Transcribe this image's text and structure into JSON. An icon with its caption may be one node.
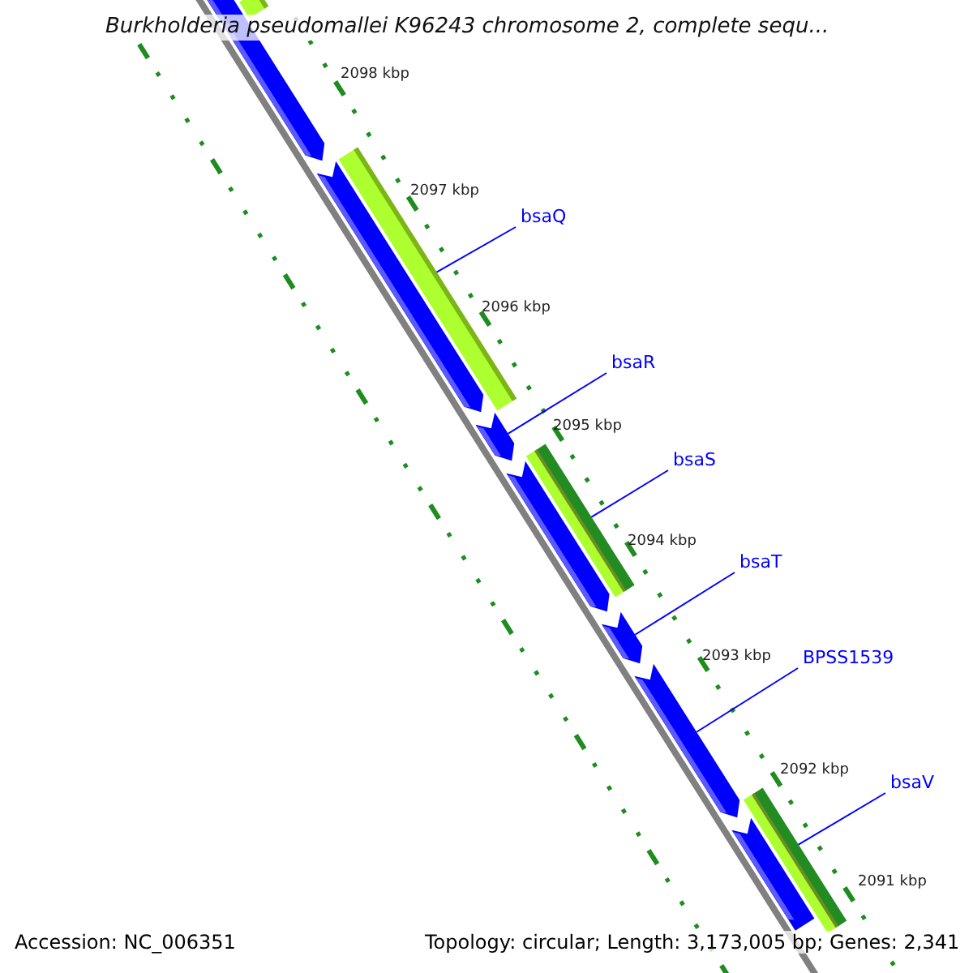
{
  "diagram": {
    "title": "Burkholderia pseudomallei K96243 chromosome 2, complete sequ...",
    "nodes": [
      {
        "text": [],
        "shape": "bar"
      },
      {
        "text": [],
        "shape": "bar"
      },
      {
        "text": [],
        "shape": "bar"
      },
      {
        "text": [],
        "shape": "bar"
      },
      {
        "text": [
          "bsaQ"
        ]
      },
      {
        "text": [
          "bsaR"
        ]
      },
      {
        "text": [],
        "shape": "bar"
      },
      {
        "text": [],
        "shape": "bar"
      },
      {
        "text": [
          "bsaS"
        ]
      },
      {
        "text": [],
        "shape": "bar"
      },
      {
        "text": [
          "bsaT"
        ]
      },
      {
        "text": [],
        "shape": "bar"
      },
      {
        "text": [
          "BPSS1539"
        ]
      },
      {
        "text": [],
        "shape": "bar"
      },
      {
        "text": [
          "bsaV"
        ]
      },
      {
        "text": [],
        "shape": "bar"
      },
      {
        "text": [],
        "shape": "bar"
      }
    ],
    "edges": [
      {
        "from": 4,
        "to": 2,
        "arrow": "none"
      },
      {
        "from": 5,
        "to": 6,
        "arrow": "none"
      },
      {
        "from": 8,
        "to": 7,
        "arrow": "none"
      },
      {
        "from": 10,
        "to": 11,
        "arrow": "none"
      },
      {
        "from": 12,
        "to": 13,
        "arrow": "none"
      },
      {
        "from": 14,
        "to": 16,
        "arrow": "none"
      }
    ],
    "labels": [
      "2098 kbp",
      "2097 kbp",
      "2096 kbp",
      "2095 kbp",
      "2094 kbp",
      "2093 kbp",
      "2092 kbp",
      "2091 kbp",
      "Accession: NC_006351",
      "Topology: circular; Length: 3,173,005 bp; Genes: 2,341"
    ]
  }
}
